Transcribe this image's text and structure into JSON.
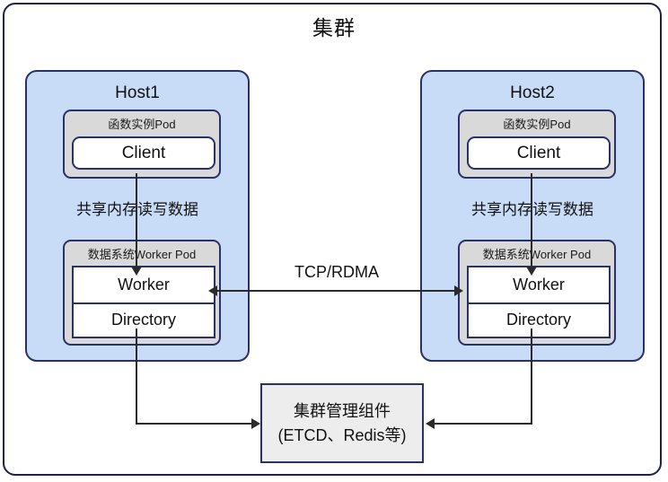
{
  "diagram": {
    "title": "集群",
    "hosts": [
      {
        "name": "Host1",
        "function_pod": {
          "label": "函数实例Pod",
          "inner": "Client"
        },
        "shared_memory_label": "共享内存读写数据",
        "worker_pod": {
          "label": "数据系统Worker Pod",
          "worker": "Worker",
          "directory": "Directory"
        }
      },
      {
        "name": "Host2",
        "function_pod": {
          "label": "函数实例Pod",
          "inner": "Client"
        },
        "shared_memory_label": "共享内存读写数据",
        "worker_pod": {
          "label": "数据系统Worker Pod",
          "worker": "Worker",
          "directory": "Directory"
        }
      }
    ],
    "link_label": "TCP/RDMA",
    "management": {
      "line1": "集群管理组件",
      "line2": "(ETCD、Redis等)"
    },
    "colors": {
      "outer_border": "#1f1f4d",
      "host_fill": "#c9dcf7",
      "host_border": "#2a3166",
      "pod_fill": "#d9d9d9",
      "inner_fill": "#ffffff",
      "mgmt_fill": "#ededed",
      "line": "#2b2b2b"
    }
  }
}
